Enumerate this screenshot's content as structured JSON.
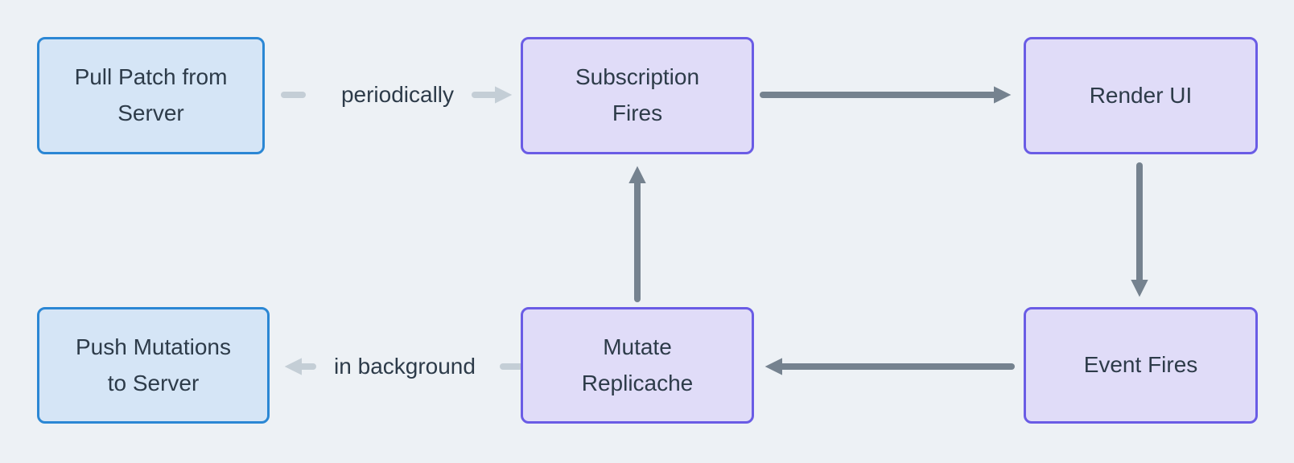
{
  "diagram": {
    "colors": {
      "background": "#edf1f5",
      "blue_fill": "#d5e5f6",
      "blue_border": "#2b87d4",
      "purple_fill": "#e0dcf8",
      "purple_border": "#6a5ce5",
      "text": "#2d3b49",
      "arrow_dark": "#75828f",
      "arrow_light": "#c4ced6"
    },
    "nodes": {
      "pull_patch": {
        "label": "Pull Patch from\nServer",
        "style": "blue"
      },
      "subscription_fires": {
        "label": "Subscription\nFires",
        "style": "purple"
      },
      "render_ui": {
        "label": "Render UI",
        "style": "purple"
      },
      "push_mutations": {
        "label": "Push Mutations\nto Server",
        "style": "blue"
      },
      "mutate_replicache": {
        "label": "Mutate\nReplicache",
        "style": "purple"
      },
      "event_fires": {
        "label": "Event Fires",
        "style": "purple"
      }
    },
    "edges": {
      "pull_to_subscription": {
        "label": "periodically",
        "style": "light"
      },
      "subscription_to_render": {
        "label": "",
        "style": "dark"
      },
      "render_to_event": {
        "label": "",
        "style": "dark"
      },
      "event_to_mutate": {
        "label": "",
        "style": "dark"
      },
      "mutate_to_subscription": {
        "label": "",
        "style": "dark"
      },
      "mutate_to_push": {
        "label": "in background",
        "style": "light"
      }
    }
  }
}
